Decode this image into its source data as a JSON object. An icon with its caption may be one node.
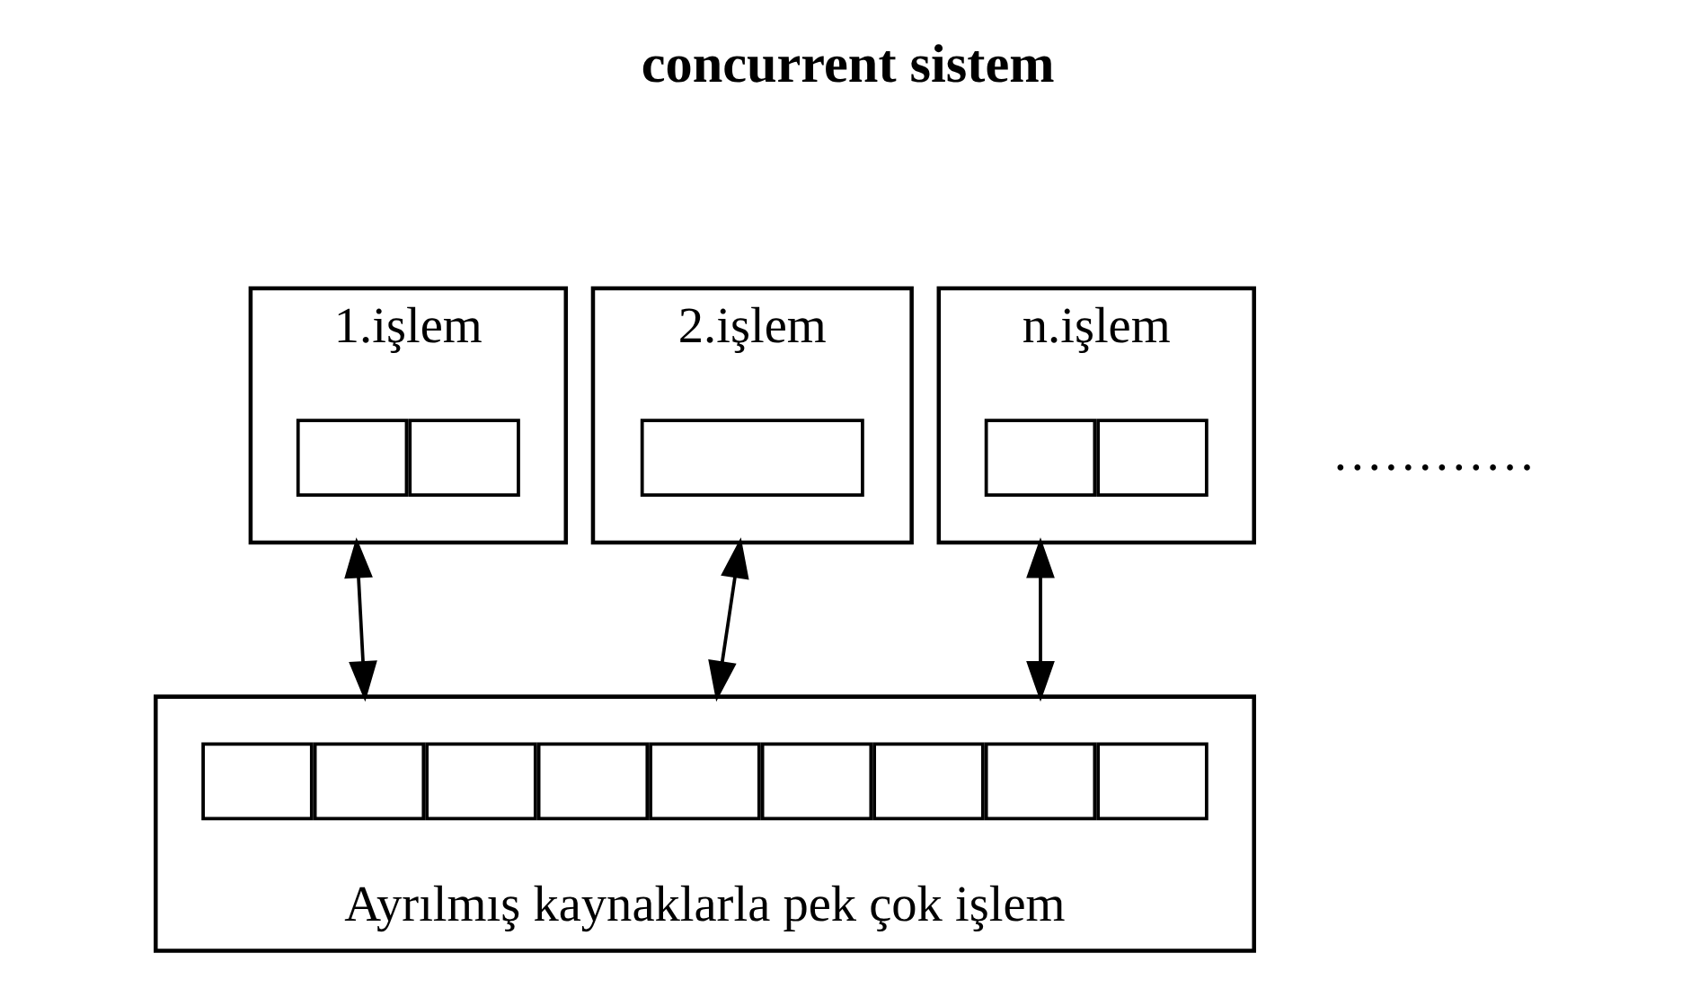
{
  "diagram": {
    "title": "concurrent sistem",
    "nodes": [
      {
        "text": [
          "1.işlem"
        ]
      },
      {
        "text": [],
        "shape": "box",
        "in": 0
      },
      {
        "text": [],
        "shape": "box",
        "in": 0
      },
      {
        "text": [
          "2.işlem"
        ]
      },
      {
        "text": [],
        "shape": "box",
        "in": 3
      },
      {
        "text": [
          "n.işlem"
        ]
      },
      {
        "text": [],
        "shape": "box",
        "in": 5
      },
      {
        "text": [],
        "shape": "box",
        "in": 5
      },
      {
        "text": [],
        "shape": "box",
        "beside": [
          "Ayrılmış kaynaklarla pek çok işlem"
        ]
      },
      {
        "text": [],
        "shape": "box",
        "in": 8
      },
      {
        "text": [],
        "shape": "box",
        "in": 8
      },
      {
        "text": [],
        "shape": "box",
        "in": 8
      },
      {
        "text": [],
        "shape": "box",
        "in": 8
      },
      {
        "text": [],
        "shape": "box",
        "in": 8
      },
      {
        "text": [],
        "shape": "box",
        "in": 8
      },
      {
        "text": [],
        "shape": "box",
        "in": 8
      },
      {
        "text": [],
        "shape": "box",
        "in": 8
      },
      {
        "text": [],
        "shape": "box",
        "in": 8
      }
    ],
    "edges": [
      {
        "from": 0,
        "to": 8,
        "arrow": "both"
      },
      {
        "from": 3,
        "to": 8,
        "arrow": "both"
      },
      {
        "from": 5,
        "to": 8,
        "arrow": "both"
      }
    ],
    "labels": [
      "…………"
    ]
  }
}
